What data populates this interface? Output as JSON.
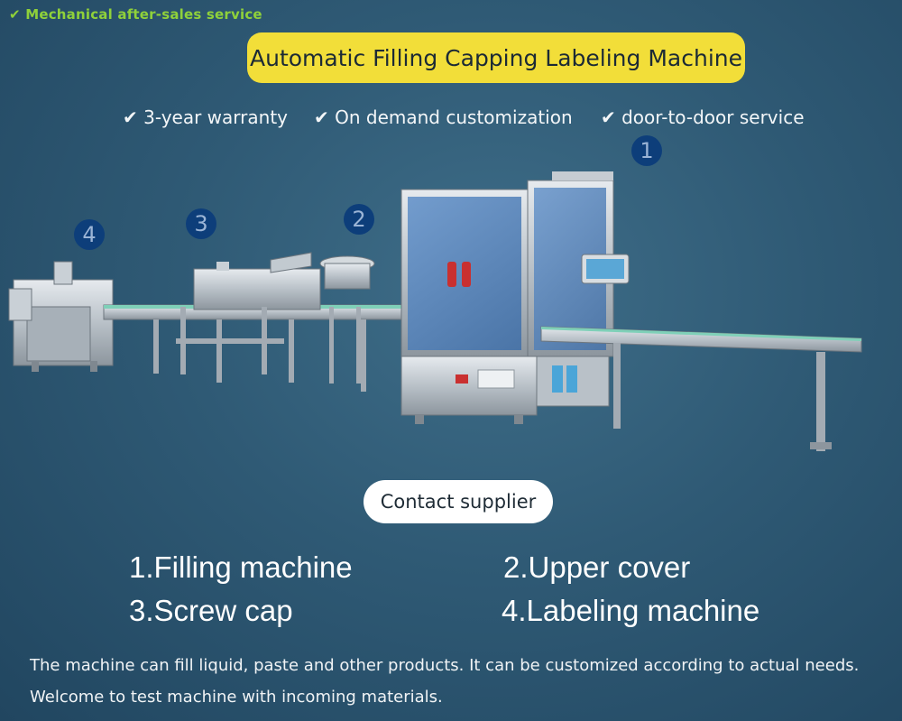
{
  "header": {
    "badge": "✔ Mechanical after-sales service",
    "title": "Automatic Filling Capping Labeling Machine"
  },
  "features": [
    "✔ 3-year warranty",
    "✔ On demand customization",
    "✔ door-to-door service"
  ],
  "markers": [
    "1",
    "2",
    "3",
    "4"
  ],
  "contact_button": "Contact supplier",
  "parts": [
    "1.Filling machine",
    "2.Upper cover",
    "3.Screw cap",
    "4.Labeling machine"
  ],
  "description": [
    "The machine can fill liquid, paste and other products. It can be customized according to actual needs.",
    "Welcome to test machine with incoming materials."
  ],
  "colors": {
    "title_bg": "#f2de39",
    "badge_green": "#8fd13a",
    "marker_blue": "#0d3e7a",
    "background": "#2f5a75"
  }
}
